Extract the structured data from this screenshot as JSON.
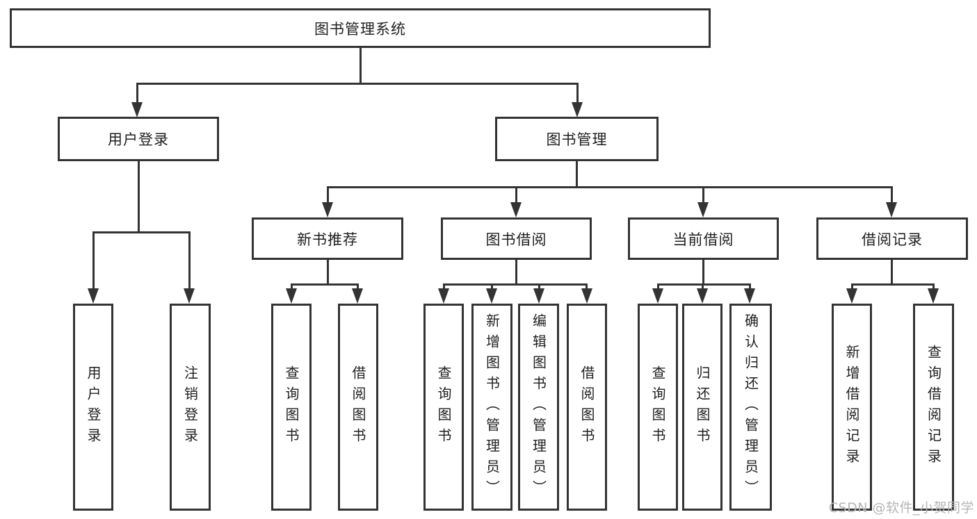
{
  "colors": {
    "line": "#333333",
    "text": "#1f1f1f",
    "background": "#ffffff",
    "watermark": "#b5b5b5"
  },
  "nodes": {
    "root": "图书管理系统",
    "level2": {
      "user_login": "用户登录",
      "book_management": "图书管理"
    },
    "level3": {
      "new_book_recommendation": "新书推荐",
      "book_borrowing": "图书借阅",
      "current_borrowing": "当前借阅",
      "borrowing_records": "借阅记录"
    },
    "leaves": {
      "user_login": [
        "用户登录",
        "注销登录"
      ],
      "new_book_recommendation": [
        "查询图书",
        "借阅图书"
      ],
      "book_borrowing": [
        "查询图书",
        "新增图书（管理员）",
        "编辑图书（管理员）",
        "借阅图书"
      ],
      "current_borrowing": [
        "查询图书",
        "归还图书",
        "确认归还（管理员）"
      ],
      "borrowing_records": [
        "新增借阅记录",
        "查询借阅记录"
      ]
    }
  },
  "watermark": "CSDN @软件_小贺同学"
}
